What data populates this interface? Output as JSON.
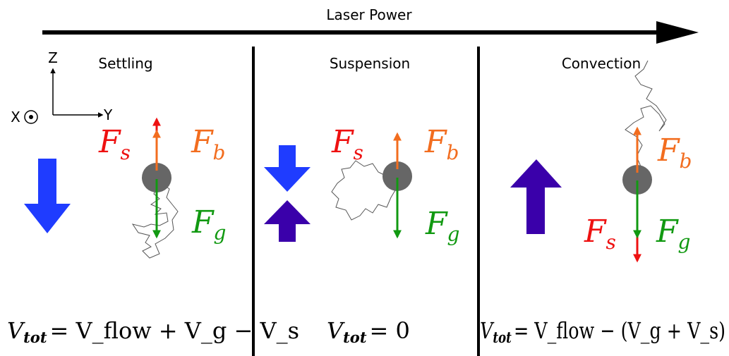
{
  "top_axis": {
    "label": "Laser Power"
  },
  "axes": {
    "z_label": "Z",
    "y_label": "Y",
    "x_label": "X"
  },
  "panels": [
    {
      "title": "Settling",
      "forces": {
        "s": "s",
        "b": "b",
        "g": "g"
      },
      "equation": {
        "lhs": "V",
        "lhs_sub": "tot",
        "rhs": "= V_flow + V_g − V_s"
      }
    },
    {
      "title": "Suspension",
      "forces": {
        "s": "s",
        "b": "b",
        "g": "g"
      },
      "equation": {
        "lhs": "V",
        "lhs_sub": "tot",
        "rhs": "= 0"
      }
    },
    {
      "title": "Convection",
      "forces": {
        "s": "s",
        "b": "b",
        "g": "g"
      },
      "equation": {
        "lhs": "V",
        "lhs_sub": "tot",
        "rhs": "= V_flow − (V_g + V_s)"
      }
    }
  ],
  "force_symbol": "F",
  "colors": {
    "stokes": "#ee1111",
    "buoyancy": "#f26d1f",
    "gravity": "#119911",
    "blue_arrow": "#1f3cff",
    "purple_arrow": "#3a00aa",
    "particle": "#666666",
    "trajectory": "#555555"
  }
}
